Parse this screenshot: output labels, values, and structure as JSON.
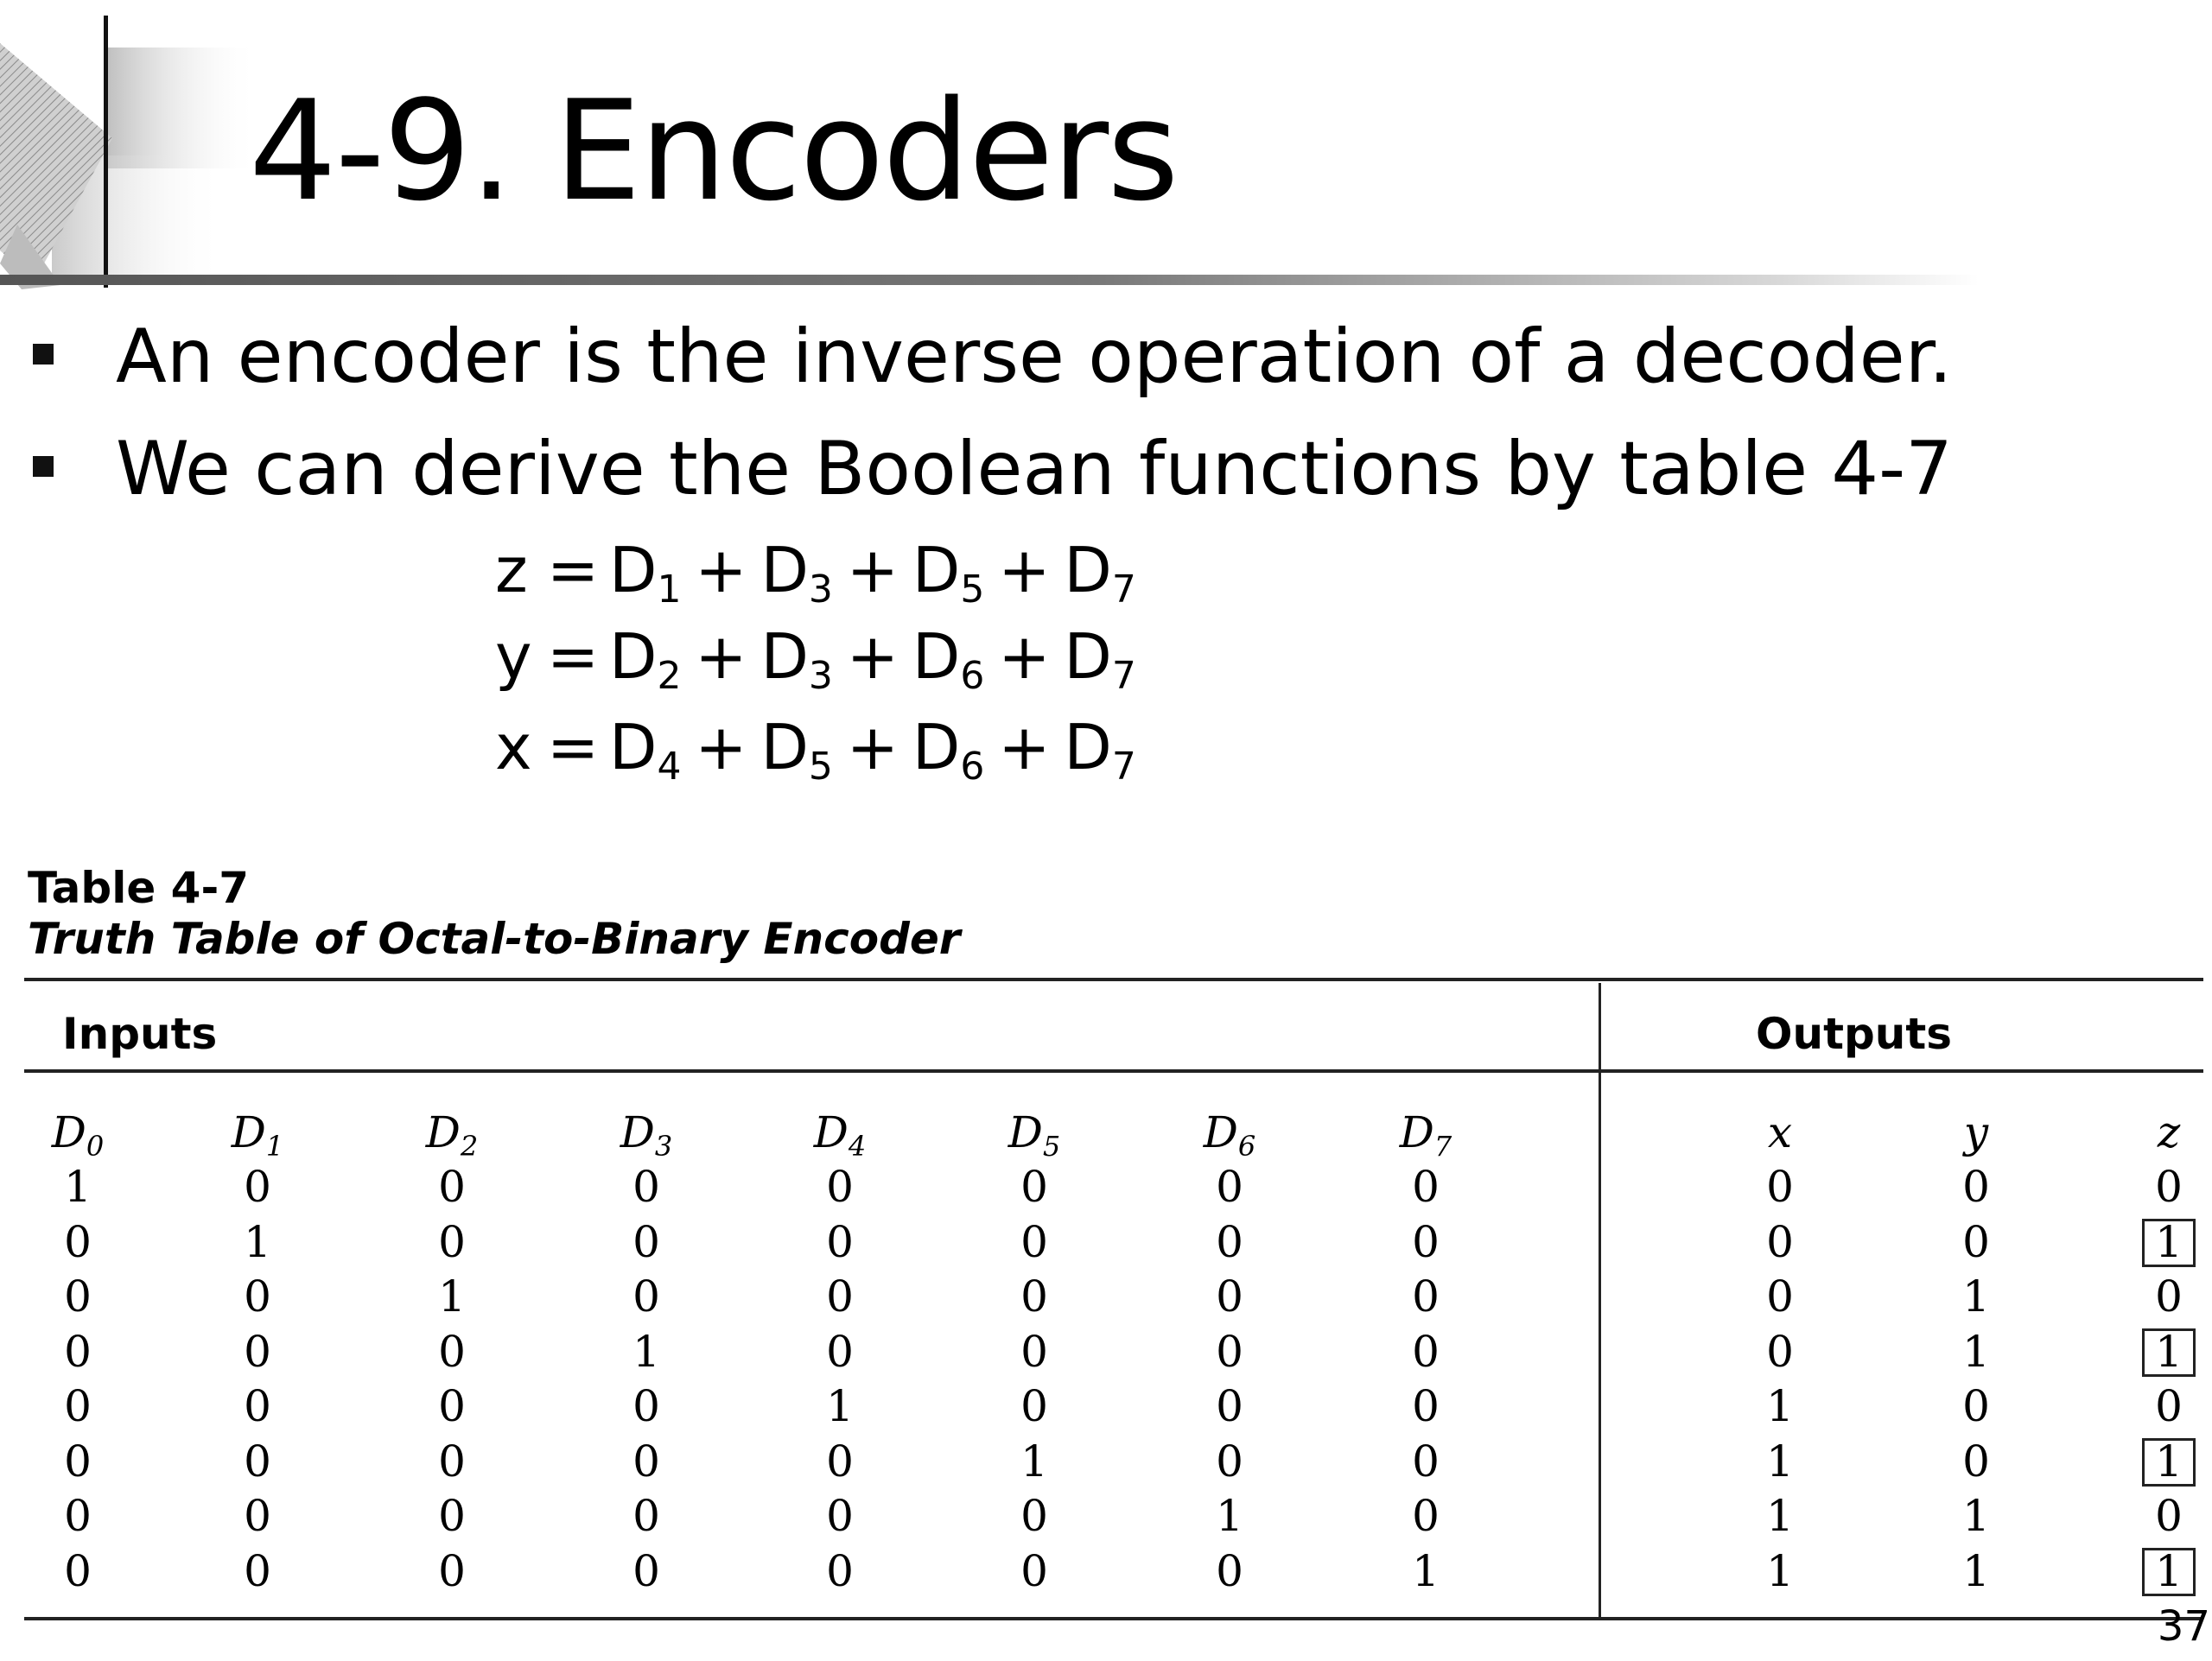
{
  "slide": {
    "title": "4-9. Encoders",
    "bullets": [
      "An encoder is the inverse operation of a decoder.",
      "We can derive the Boolean functions by table 4-7"
    ],
    "equations": [
      {
        "lhs": "z",
        "terms": [
          {
            "base": "D",
            "sub": "1"
          },
          {
            "base": "D",
            "sub": "3"
          },
          {
            "base": "D",
            "sub": "5"
          },
          {
            "base": "D",
            "sub": "7"
          }
        ]
      },
      {
        "lhs": "y",
        "terms": [
          {
            "base": "D",
            "sub": "2"
          },
          {
            "base": "D",
            "sub": "3"
          },
          {
            "base": "D",
            "sub": "6"
          },
          {
            "base": "D",
            "sub": "7"
          }
        ]
      },
      {
        "lhs": "x",
        "terms": [
          {
            "base": "D",
            "sub": "4"
          },
          {
            "base": "D",
            "sub": "5"
          },
          {
            "base": "D",
            "sub": "6"
          },
          {
            "base": "D",
            "sub": "7"
          }
        ]
      }
    ],
    "page_number": "37"
  },
  "table": {
    "label": "Table 4-7",
    "caption": "Truth Table of Octal-to-Binary Encoder",
    "group_inputs": "Inputs",
    "group_outputs": "Outputs",
    "columns": [
      {
        "base": "D",
        "sub": "0"
      },
      {
        "base": "D",
        "sub": "1"
      },
      {
        "base": "D",
        "sub": "2"
      },
      {
        "base": "D",
        "sub": "3"
      },
      {
        "base": "D",
        "sub": "4"
      },
      {
        "base": "D",
        "sub": "5"
      },
      {
        "base": "D",
        "sub": "6"
      },
      {
        "base": "D",
        "sub": "7"
      },
      {
        "base": "x",
        "sub": ""
      },
      {
        "base": "y",
        "sub": ""
      },
      {
        "base": "z",
        "sub": ""
      }
    ],
    "rows": [
      [
        "1",
        "0",
        "0",
        "0",
        "0",
        "0",
        "0",
        "0",
        "0",
        "0",
        "0"
      ],
      [
        "0",
        "1",
        "0",
        "0",
        "0",
        "0",
        "0",
        "0",
        "0",
        "0",
        "1"
      ],
      [
        "0",
        "0",
        "1",
        "0",
        "0",
        "0",
        "0",
        "0",
        "0",
        "1",
        "0"
      ],
      [
        "0",
        "0",
        "0",
        "1",
        "0",
        "0",
        "0",
        "0",
        "0",
        "1",
        "1"
      ],
      [
        "0",
        "0",
        "0",
        "0",
        "1",
        "0",
        "0",
        "0",
        "1",
        "0",
        "0"
      ],
      [
        "0",
        "0",
        "0",
        "0",
        "0",
        "1",
        "0",
        "0",
        "1",
        "0",
        "1"
      ],
      [
        "0",
        "0",
        "0",
        "0",
        "0",
        "0",
        "1",
        "0",
        "1",
        "1",
        "0"
      ],
      [
        "0",
        "0",
        "0",
        "0",
        "0",
        "0",
        "0",
        "1",
        "1",
        "1",
        "1"
      ]
    ],
    "boxed_z_rows": [
      1,
      3,
      5,
      7
    ]
  }
}
